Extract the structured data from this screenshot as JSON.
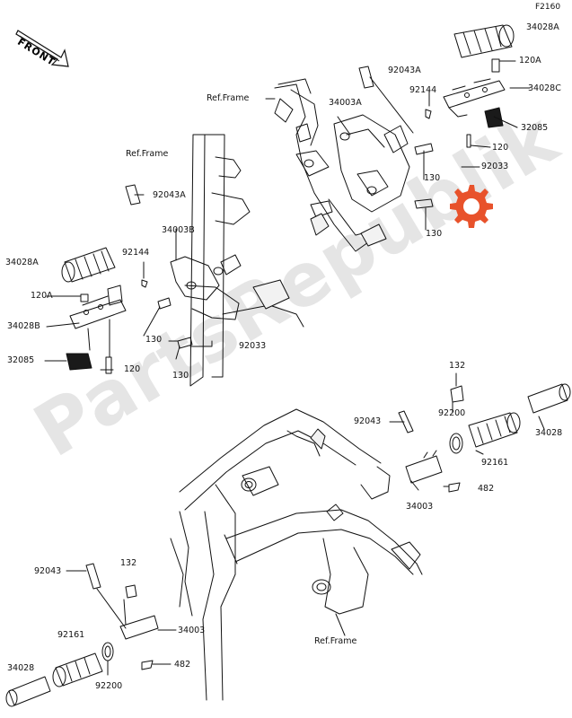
{
  "diagram_code": "F2160",
  "front_indicator": "FRONT",
  "watermark": "PartsRepublik",
  "labels": {
    "l_34028A_top": "34028A",
    "l_120A_top": "120A",
    "l_34028C": "34028C",
    "l_32085_top": "32085",
    "l_120_top": "120",
    "l_92043A_top": "92043A",
    "l_92144_top": "92144",
    "l_34003A": "34003A",
    "l_refframe_top": "Ref.Frame",
    "l_92033_top": "92033",
    "l_130_top1": "130",
    "l_130_top2": "130",
    "l_refframe_left": "Ref.Frame",
    "l_92043A_left": "92043A",
    "l_34003B": "34003B",
    "l_34028A_left": "34028A",
    "l_92144_left": "92144",
    "l_120A_left": "120A",
    "l_34028B": "34028B",
    "l_130_left1": "130",
    "l_92033_left": "92033",
    "l_32085_left": "32085",
    "l_120_left": "120",
    "l_130_left2": "130",
    "l_132_right": "132",
    "l_92043_right": "92043",
    "l_92200_right": "92200",
    "l_34028_right": "34028",
    "l_92161_right": "92161",
    "l_482_right": "482",
    "l_34003_right": "34003",
    "l_92043_left": "92043",
    "l_132_left": "132",
    "l_34003_left": "34003",
    "l_refframe_bottom": "Ref.Frame",
    "l_92161_left": "92161",
    "l_482_left": "482",
    "l_34028_left": "34028",
    "l_92200_left": "92200"
  }
}
